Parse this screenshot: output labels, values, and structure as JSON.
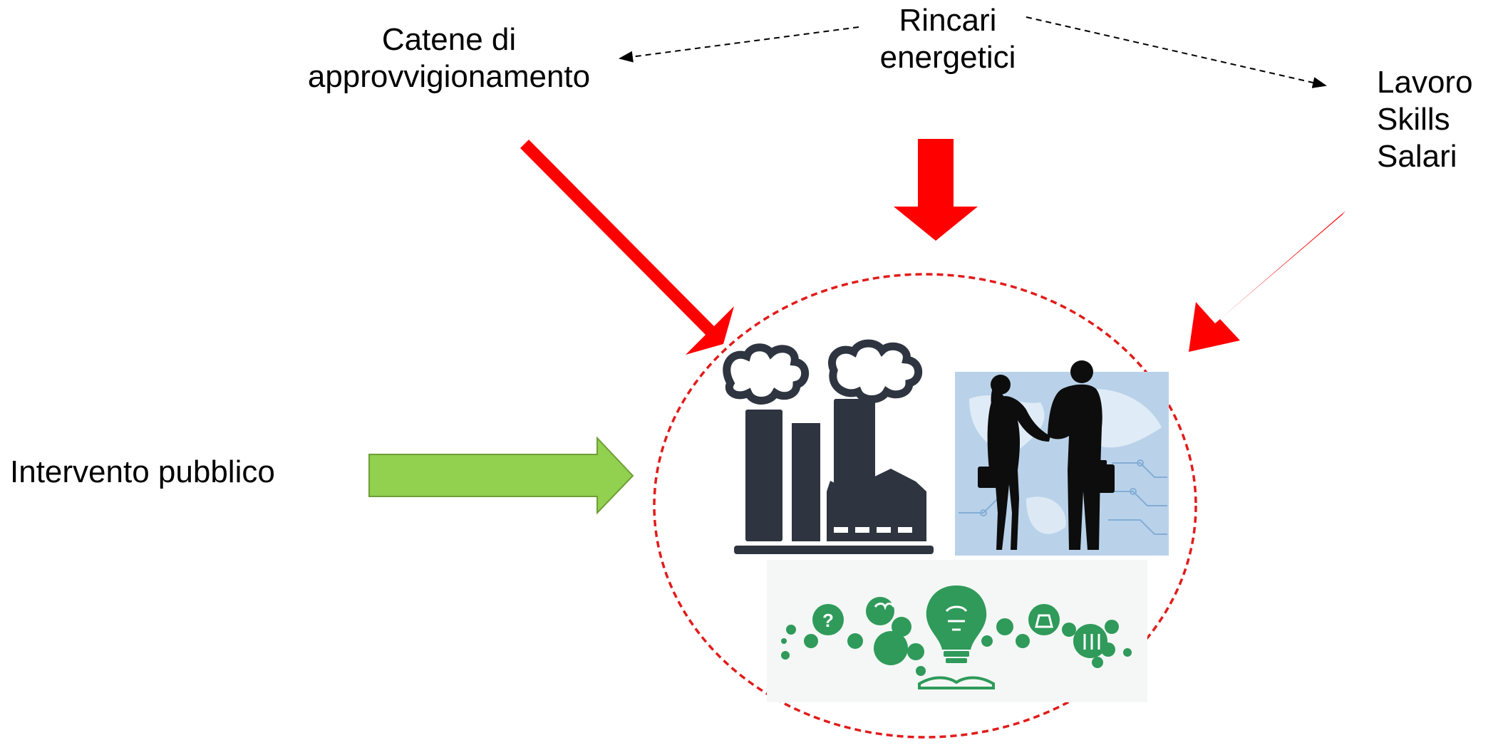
{
  "labels": {
    "supply_chain": [
      "Catene di",
      "approvvigionamento"
    ],
    "energy": [
      "Rincari",
      "energetici"
    ],
    "labour": [
      "Lavoro",
      "Skills",
      "Salari"
    ],
    "public": "Intervento pubblico"
  },
  "colors": {
    "pressure_arrow": "#ff0000",
    "support_arrow": "#92d050",
    "support_arrow_border": "#6f9e35",
    "ellipse_border": "#e21b1b",
    "dark_icon": "#2e3440",
    "silhouette": "#0d0d0d",
    "map_background": "#b9d2ea",
    "innovation_green": "#2f9a5a",
    "innovation_background": "#f4f7f5"
  },
  "icons": {
    "factory": "factory-icon",
    "business": "business-handshake-icon",
    "innovation": "innovation-gears-icon"
  }
}
